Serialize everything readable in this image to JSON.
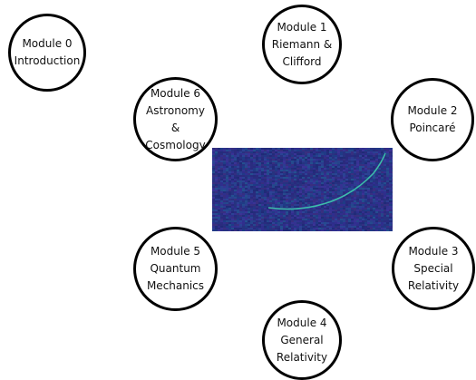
{
  "modules": [
    {
      "id": "m0",
      "lines": [
        "Module 0",
        "Introduction"
      ]
    },
    {
      "id": "m1",
      "lines": [
        "Module 1",
        "Riemann &",
        "Clifford"
      ]
    },
    {
      "id": "m2",
      "lines": [
        "Module 2",
        "Poincaré"
      ]
    },
    {
      "id": "m3",
      "lines": [
        "Module 3",
        "Special",
        "Relativity"
      ]
    },
    {
      "id": "m4",
      "lines": [
        "Module 4",
        "General",
        "Relativity"
      ]
    },
    {
      "id": "m5",
      "lines": [
        "Module 5",
        "Quantum",
        "Mechanics"
      ]
    },
    {
      "id": "m6",
      "lines": [
        "Module 6",
        "Astronomy",
        "&",
        "Cosmology"
      ]
    }
  ],
  "colors": {
    "circle_border": "#000000",
    "spectrogram_background": "#2a2f85",
    "chirp_track": "#3fd6b2"
  }
}
